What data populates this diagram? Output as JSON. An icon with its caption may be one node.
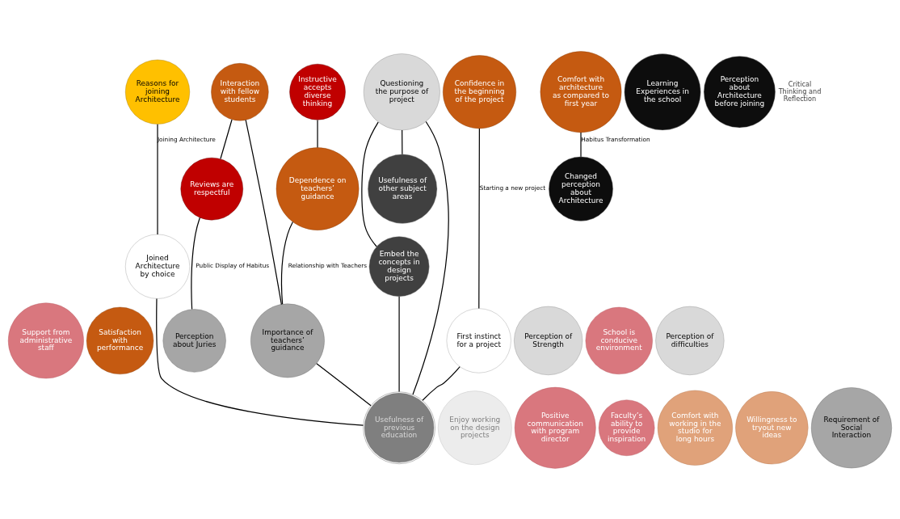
{
  "diagram": {
    "nodes": [
      {
        "text": [
          "Support from administrative staff"
        ]
      },
      {
        "text": [
          "Satisfaction with performance"
        ]
      },
      {
        "text": [
          "Interaction with fellow students"
        ]
      },
      {
        "text": [
          "Reasons for joining Architecture"
        ]
      },
      {
        "text": [
          "Joined Architecture by choice"
        ]
      },
      {
        "text": [
          "Perception of Strength"
        ]
      },
      {
        "text": [
          "School is conducive environment"
        ]
      },
      {
        "text": [
          "Questioning the purpose of project"
        ]
      },
      {
        "text": [
          "Perception of difficulties"
        ]
      },
      {
        "text": [
          "Enjoy working on the design projects"
        ]
      },
      {
        "text": [
          "Instructive accepts diverse thinking"
        ]
      },
      {
        "text": [
          "Confidence in the beginning of the project"
        ]
      },
      {
        "text": [
          "First instinct for a project"
        ]
      },
      {
        "text": [
          "Positive communication with program director"
        ]
      },
      {
        "text": [
          "Usefulness of previous education"
        ]
      },
      {
        "text": [
          "Usefulness of other subject areas"
        ]
      },
      {
        "text": [
          "Faculty’s ability to provide inspiration"
        ]
      },
      {
        "text": [
          "Comfort with working in the studio for long hours"
        ]
      },
      {
        "text": [
          "Dependence on teachers’ guidance"
        ]
      },
      {
        "text": [
          "Importance of teachers’ guidance"
        ]
      },
      {
        "text": [
          "Embed the concepts in design projects"
        ]
      },
      {
        "text": [
          "Reviews are respectful"
        ]
      },
      {
        "text": [
          "Willingness to tryout new ideas"
        ]
      },
      {
        "text": [
          "Comfort with architecture as compared to first year"
        ]
      },
      {
        "text": [
          "Perception about Juries"
        ]
      },
      {
        "text": [
          "Requirement of Social Interaction"
        ]
      },
      {
        "text": [
          "Changed perception about Architecture"
        ]
      },
      {
        "text": [
          "Learning Experiences in the school"
        ]
      },
      {
        "text": [
          "Perception about Architecture before joining"
        ]
      }
    ],
    "edges": [
      {
        "from": 3,
        "to": 4,
        "arrow": "none",
        "label": "Joining Architecture"
      },
      {
        "from": 11,
        "to": 12,
        "arrow": "none",
        "label": "Starting a new project"
      },
      {
        "from": 18,
        "to": 19,
        "arrow": "none",
        "label": "Relationship with Teachers"
      },
      {
        "from": 21,
        "to": 24,
        "arrow": "none",
        "label": "Public Display of Habitus"
      },
      {
        "from": 23,
        "to": 26,
        "arrow": "none",
        "label": "Habitus Transformation"
      },
      {
        "from": 4,
        "to": 14,
        "arrow": "none"
      },
      {
        "from": 12,
        "to": 14,
        "arrow": "none"
      },
      {
        "from": 19,
        "to": 14,
        "arrow": "none"
      },
      {
        "from": 7,
        "to": 14,
        "arrow": "none"
      },
      {
        "from": 20,
        "to": 14,
        "arrow": "none"
      },
      {
        "from": 7,
        "to": 20,
        "arrow": "none"
      },
      {
        "from": 7,
        "to": 15,
        "arrow": "none"
      },
      {
        "from": 2,
        "to": 21,
        "arrow": "none"
      },
      {
        "from": 2,
        "to": 19,
        "arrow": "none"
      },
      {
        "from": 10,
        "to": 18,
        "arrow": "none"
      }
    ],
    "labels": [
      "Critical Thinking and Reflection"
    ]
  }
}
